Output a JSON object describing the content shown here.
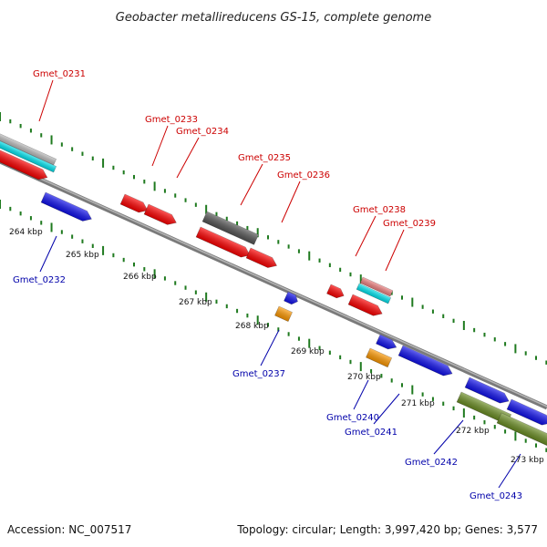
{
  "title": "Geobacter metallireducens GS-15, complete genome",
  "footer": {
    "accession": "Accession: NC_007517",
    "topology": "Topology: circular; Length: 3,997,420 bp; Genes: 3,577"
  },
  "colors": {
    "forward_label": "#cc0000",
    "reverse_label": "#0000aa",
    "backbone": "#8a8a8a",
    "tick": "#1f7a1f"
  },
  "tick_labels": [
    "264 kbp",
    "265 kbp",
    "266 kbp",
    "267 kbp",
    "268 kbp",
    "269 kbp",
    "270 kbp",
    "271 kbp",
    "272 kbp",
    "273 kbp"
  ],
  "genes": [
    {
      "id": "Gmet_0231",
      "strand": "forward"
    },
    {
      "id": "Gmet_0232",
      "strand": "reverse"
    },
    {
      "id": "Gmet_0233",
      "strand": "forward"
    },
    {
      "id": "Gmet_0234",
      "strand": "forward"
    },
    {
      "id": "Gmet_0235",
      "strand": "forward"
    },
    {
      "id": "Gmet_0236",
      "strand": "forward"
    },
    {
      "id": "Gmet_0237",
      "strand": "reverse"
    },
    {
      "id": "Gmet_0238",
      "strand": "forward"
    },
    {
      "id": "Gmet_0239",
      "strand": "forward"
    },
    {
      "id": "Gmet_0240",
      "strand": "reverse"
    },
    {
      "id": "Gmet_0241",
      "strand": "reverse"
    },
    {
      "id": "Gmet_0242",
      "strand": "reverse"
    },
    {
      "id": "Gmet_0243",
      "strand": "reverse"
    }
  ]
}
